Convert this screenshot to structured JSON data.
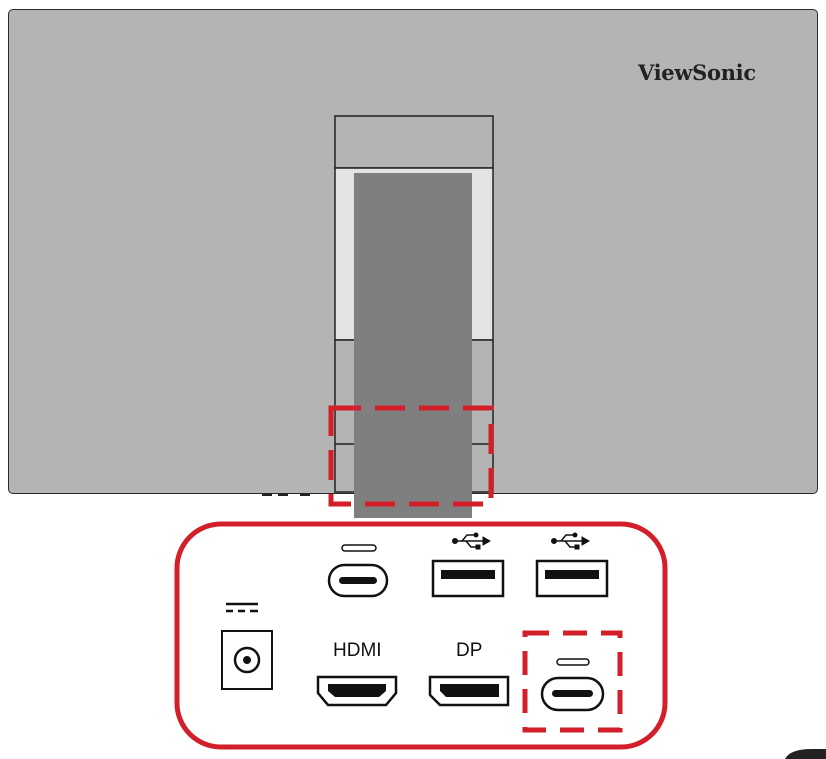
{
  "brand": {
    "name": "ViewSonic"
  },
  "ports": {
    "dc_in": {
      "icon": "dc-power-symbol"
    },
    "hdmi": {
      "label": "HDMI"
    },
    "dp": {
      "label": "DP"
    },
    "usb_c_top": {
      "icon": "usb-c-symbol"
    },
    "usb_a_1": {
      "icon": "usb-symbol"
    },
    "usb_a_2": {
      "icon": "usb-symbol"
    },
    "usb_c_highlighted": {
      "icon": "usb-c-symbol",
      "highlighted": true
    }
  },
  "colors": {
    "highlight": "#d31f2a",
    "monitor_body": "#b4b4b4",
    "stand_neck": "#7f7f7f"
  }
}
